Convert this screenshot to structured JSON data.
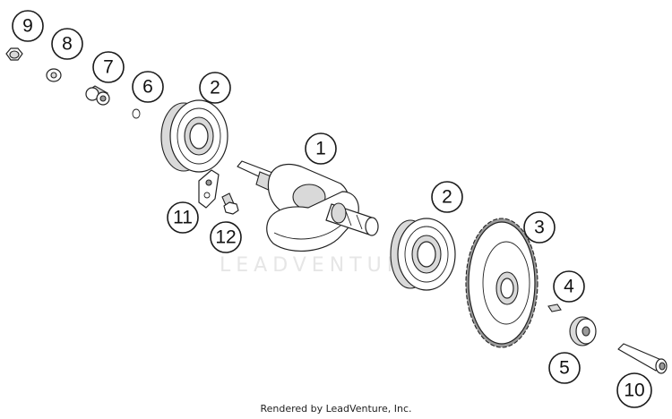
{
  "callouts": {
    "c1": "1",
    "c2a": "2",
    "c2b": "2",
    "c3": "3",
    "c4": "4",
    "c5": "5",
    "c6": "6",
    "c7": "7",
    "c8": "8",
    "c9": "9",
    "c10": "10",
    "c11": "11",
    "c12": "12"
  },
  "watermark": "LEADVENTURE",
  "footer": "Rendered by LeadVenture, Inc.",
  "colors": {
    "ink": "#222222",
    "paper": "#ffffff",
    "watermark": "#e6e6e6"
  }
}
